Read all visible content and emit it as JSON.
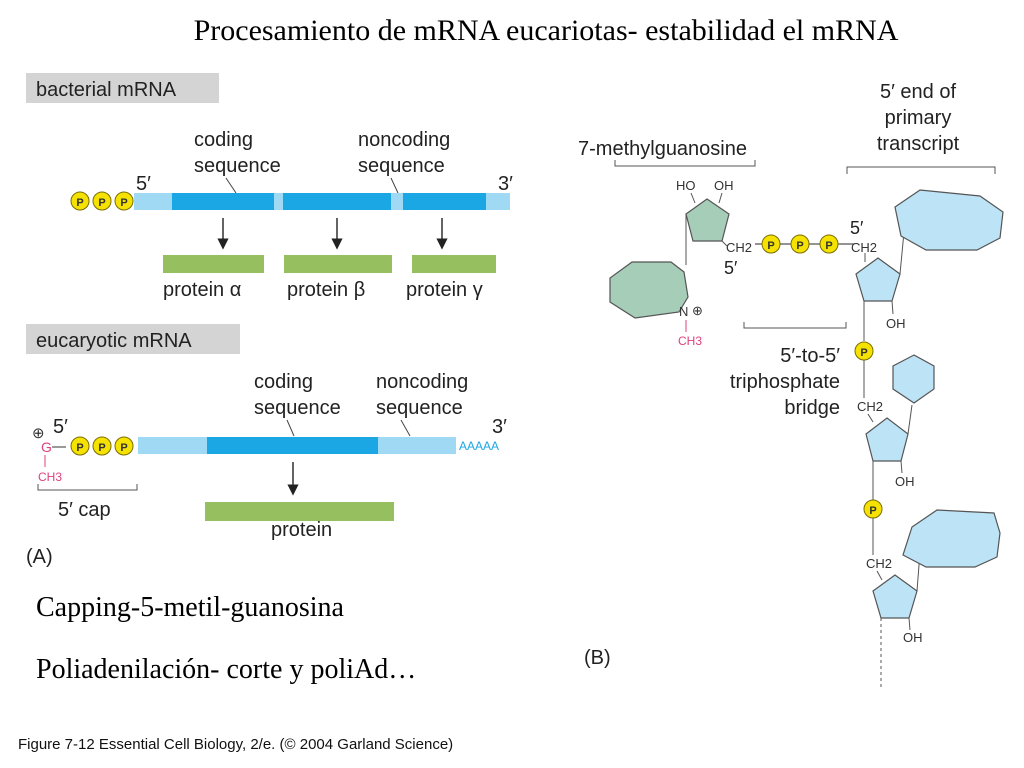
{
  "slide": {
    "title": "Procesamiento de mRNA eucariotas- estabilidad el mRNA",
    "bullets": [
      "Capping-5-metil-guanosina",
      "Poliadenilación- corte y poliAd…"
    ],
    "caption": "Figure 7-12  Essential Cell Biology, 2/e. (© 2004 Garland Science)"
  },
  "panel_a": {
    "label": "(A)",
    "bacterial": {
      "header": "bacterial mRNA",
      "five_prime": "5′",
      "three_prime": "3′",
      "coding_label": [
        "coding",
        "sequence"
      ],
      "noncoding_label": [
        "noncoding",
        "sequence"
      ],
      "phosphate": "P",
      "proteins": [
        "protein α",
        "protein β",
        "protein γ"
      ]
    },
    "eucaryotic": {
      "header": "eucaryotic mRNA",
      "five_prime": "5′",
      "three_prime": "3′",
      "coding_label": [
        "coding",
        "sequence"
      ],
      "noncoding_label": [
        "noncoding",
        "sequence"
      ],
      "charge": "⊕",
      "guanine": "G",
      "methyl": "CH3",
      "poly_a": "AAAAA",
      "cap_label": "5′ cap",
      "protein": "protein"
    }
  },
  "panel_b": {
    "label": "(B)",
    "methylguanosine_label": "7-methylguanosine",
    "primary_end_label": [
      "5′ end of",
      "primary",
      "transcript"
    ],
    "bridge_label": [
      "5′-to-5′",
      "triphosphate",
      "bridge"
    ],
    "ho": "HO",
    "oh": "OH",
    "ch2": "CH2",
    "five_prime": "5′",
    "nitrogen": "N",
    "charge": "⊕",
    "methyl": "CH3",
    "phosphate": "P"
  },
  "colors": {
    "light_blue": "#9fd9f3",
    "dark_blue": "#1ba7e3",
    "protein_green": "#96c060",
    "phosphate_yellow": "#f5e200",
    "header_grey": "#d4d4d4",
    "guanosine_green": "#a5cdb8",
    "base_blue": "#bde3f6",
    "magenta": "#e0407f"
  }
}
